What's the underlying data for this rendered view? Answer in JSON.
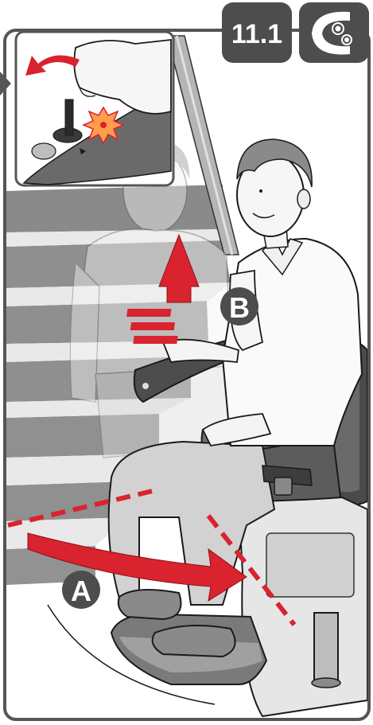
{
  "step_badge": {
    "label": "11.1"
  },
  "mode_badge": {
    "icon": "gears-icon",
    "letter_shape": "C"
  },
  "callouts": [
    {
      "id": "A",
      "label": "A"
    },
    {
      "id": "B",
      "label": "B"
    }
  ],
  "colors": {
    "frame": "#555555",
    "badge_bg": "#4d4d4d",
    "accent_red": "#d9232e",
    "step_dark": "#8c8c8c",
    "step_light": "#ededed",
    "skin": "#f4f4f4",
    "outline": "#1a1a1a"
  }
}
